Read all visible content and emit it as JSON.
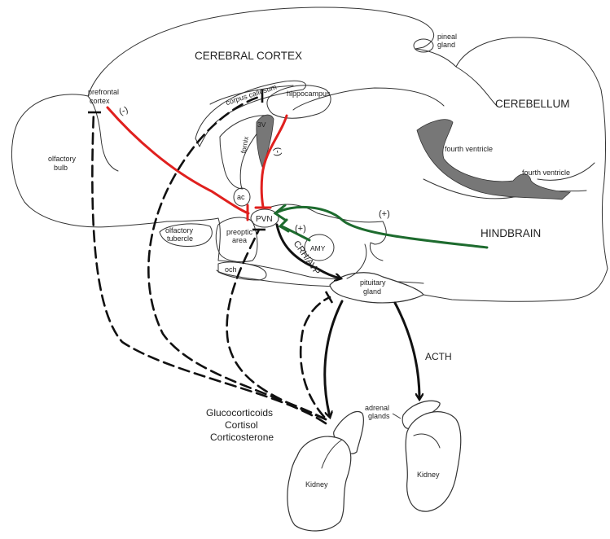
{
  "labels": {
    "cerebral_cortex": "CEREBRAL CORTEX",
    "pineal_line1": "pineal",
    "pineal_line2": "gland",
    "cerebellum": "CEREBELLUM",
    "prefrontal_line1": "prefrontal",
    "prefrontal_line2": "cortex",
    "inhibit_prefrontal": "(-)",
    "corpus_callosum": "corpus callosum",
    "hippocampus": "hippocampus",
    "third_ventricle": "3V",
    "fornix": "fornix",
    "inhibit_hippocampus": "(-)",
    "fourth_ventricle_1": "fourth ventricle",
    "fourth_ventricle_2": "fourth ventricle",
    "olfactory_bulb_line1": "olfactory",
    "olfactory_bulb_line2": "bulb",
    "ac": "ac",
    "pvn": "PVN",
    "excite_hindbrain": "(+)",
    "excite_amy": "(+)",
    "hindbrain": "HINDBRAIN",
    "olfactory_tubercle_line1": "olfactory",
    "olfactory_tubercle_line2": "tubercle",
    "preoptic_line1": "preoptic",
    "preoptic_line2": "area",
    "amy": "AMY",
    "crh_avp": "CRH/AVP",
    "och": "och",
    "pituitary_line1": "pituitary",
    "pituitary_line2": "gland",
    "acth": "ACTH",
    "gluco_line1": "Glucocorticoids",
    "gluco_line2": "Cortisol",
    "gluco_line3": "Corticosterone",
    "adrenal_line1": "adrenal",
    "adrenal_line2": "glands",
    "kidney_left": "Kidney",
    "kidney_right": "Kidney"
  },
  "colors": {
    "inhibitory": "#e0201e",
    "excitatory": "#1d6b2e",
    "hormone_path": "#111111",
    "ventricle_fill": "#777777"
  }
}
